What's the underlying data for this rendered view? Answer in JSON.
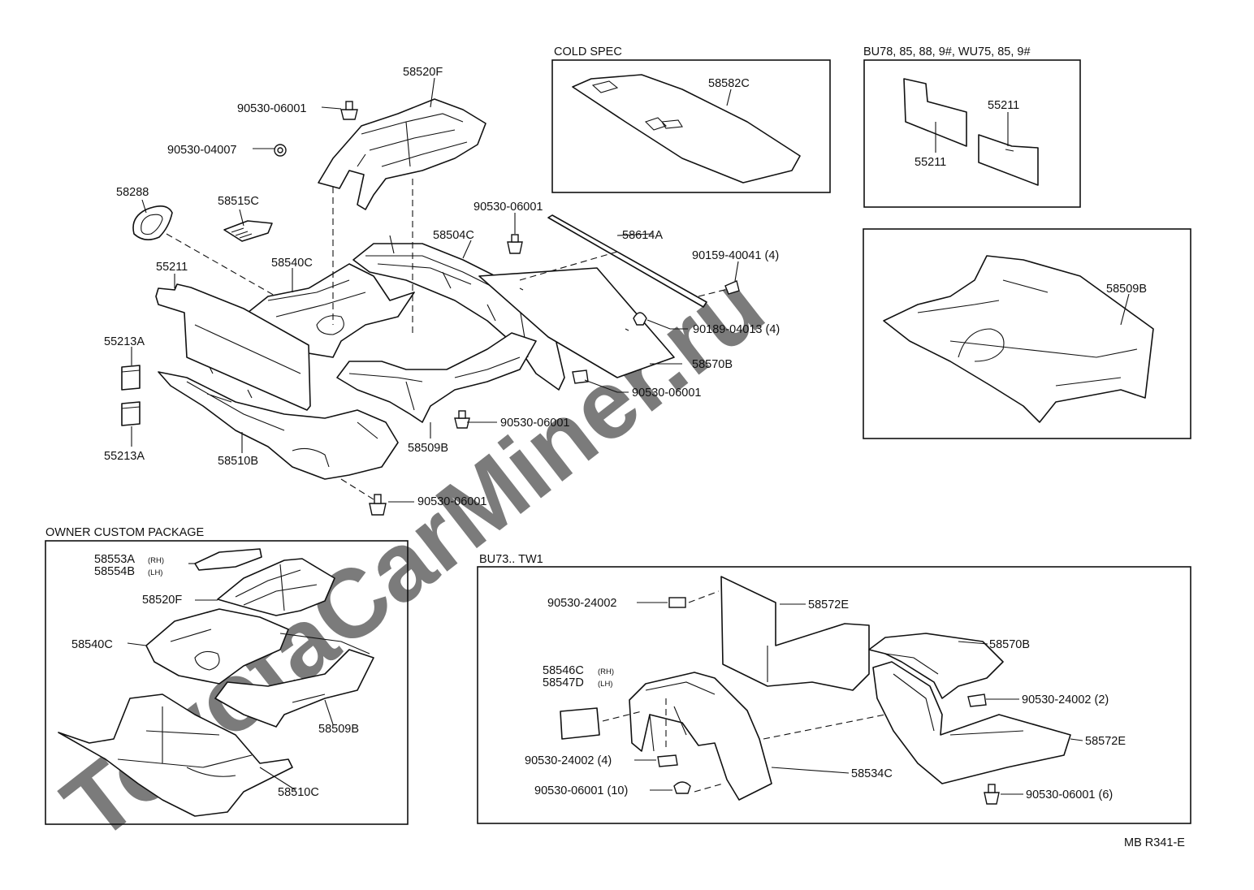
{
  "watermark": "ToyotaCarMiner.ru",
  "sections": {
    "cold_spec": "COLD SPEC",
    "bu78": "BU78, 85, 88, 9#, WU75, 85, 9#",
    "owner": "OWNER CUSTOM PACKAGE",
    "bu73": "BU73.. TW1"
  },
  "labels": {
    "p58520F": "58520F",
    "c90530_06001_a": "90530-06001",
    "c90530_04007": "90530-04007",
    "p58288": "58288",
    "p58515C": "58515C",
    "c90530_06001_b": "90530-06001",
    "p58504C": "58504C",
    "p58614A": "58614A",
    "c90159": "90159-40041 (4)",
    "p58540C": "58540C",
    "p55211_main": "55211",
    "c90189": "90189-04013 (4)",
    "p58570B": "58570B",
    "p55213A_a": "55213A",
    "c90530_06001_c": "90530-06001",
    "c90530_06001_d": "90530-06001",
    "p58509B": "58509B",
    "p55213A_b": "55213A",
    "p58510B": "58510B",
    "c90530_06001_e": "90530-06001",
    "p58582C": "58582C",
    "p55211_bu_a": "55211",
    "p55211_bu_b": "55211",
    "p58509B_bu": "58509B",
    "p58553A": "58553A",
    "p58553A_sup": "(RH)",
    "p58554B": "58554B",
    "p58554B_sup": "(LH)",
    "p58520F_o": "58520F",
    "p58540C_o": "58540C",
    "p58509B_o": "58509B",
    "p58510C": "58510C",
    "c90530_24002_a": "90530-24002",
    "p58572E_a": "58572E",
    "p58570B_t": "58570B",
    "p58546C": "58546C",
    "p58546C_sup": "(RH)",
    "p58547D": "58547D",
    "p58547D_sup": "(LH)",
    "c90530_24002_2": "90530-24002 (2)",
    "c90530_24002_4": "90530-24002 (4)",
    "p58572E_b": "58572E",
    "p58534C": "58534C",
    "c90530_06001_10": "90530-06001 (10)",
    "c90530_06001_6": "90530-06001 (6)"
  },
  "figure_code": "MB R341-E"
}
